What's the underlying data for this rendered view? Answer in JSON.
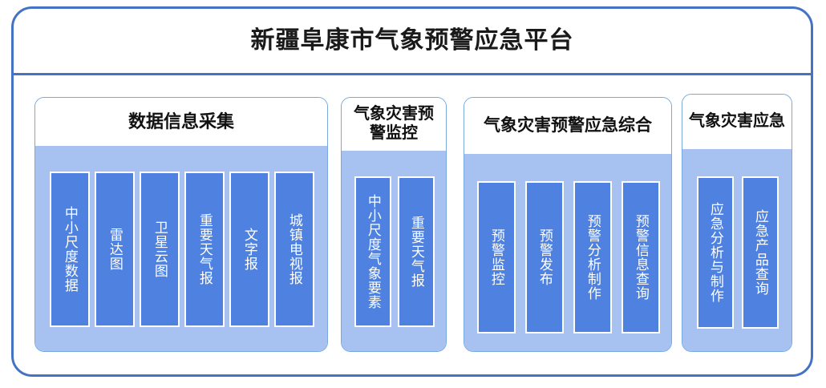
{
  "platform": {
    "title": "新疆阜康市气象预警应急平台",
    "frame_border_color": "#4472C4"
  },
  "colors": {
    "frame_border": "#4472C4",
    "group_border": "#7BA7E0",
    "group_body": "#A7C2F0",
    "bar_fill": "#4E81E0",
    "bar_border": "#FFFFFF",
    "bar_text": "#FFFFFF",
    "header_text": "#111111",
    "page_background": "#FFFFFF"
  },
  "groups": [
    {
      "id": "data-collection",
      "header": "数据信息采集",
      "header_font_size": "22px",
      "items": [
        {
          "label": "中小尺度数据"
        },
        {
          "label": "雷达图"
        },
        {
          "label": "卫星云图"
        },
        {
          "label": "重要天气报"
        },
        {
          "label": "文字报"
        },
        {
          "label": "城镇电视报"
        }
      ]
    },
    {
      "id": "disaster-warning-monitoring",
      "header": "气象灾害预警监控",
      "header_font_size": "20px",
      "items": [
        {
          "label": "中小尺度气象要素"
        },
        {
          "label": "重要天气报"
        }
      ]
    },
    {
      "id": "warning-emergency-integrated",
      "header": "气象灾害预警应急综合",
      "header_font_size": "21px",
      "items": [
        {
          "label": "预警监控"
        },
        {
          "label": "预警发布"
        },
        {
          "label": "预警分析制作"
        },
        {
          "label": "预警信息查询"
        }
      ]
    },
    {
      "id": "disaster-emergency",
      "header": "气象灾害应急",
      "header_font_size": "20px",
      "items": [
        {
          "label": "应急分析与制作"
        },
        {
          "label": "应急产品查询"
        }
      ]
    }
  ]
}
